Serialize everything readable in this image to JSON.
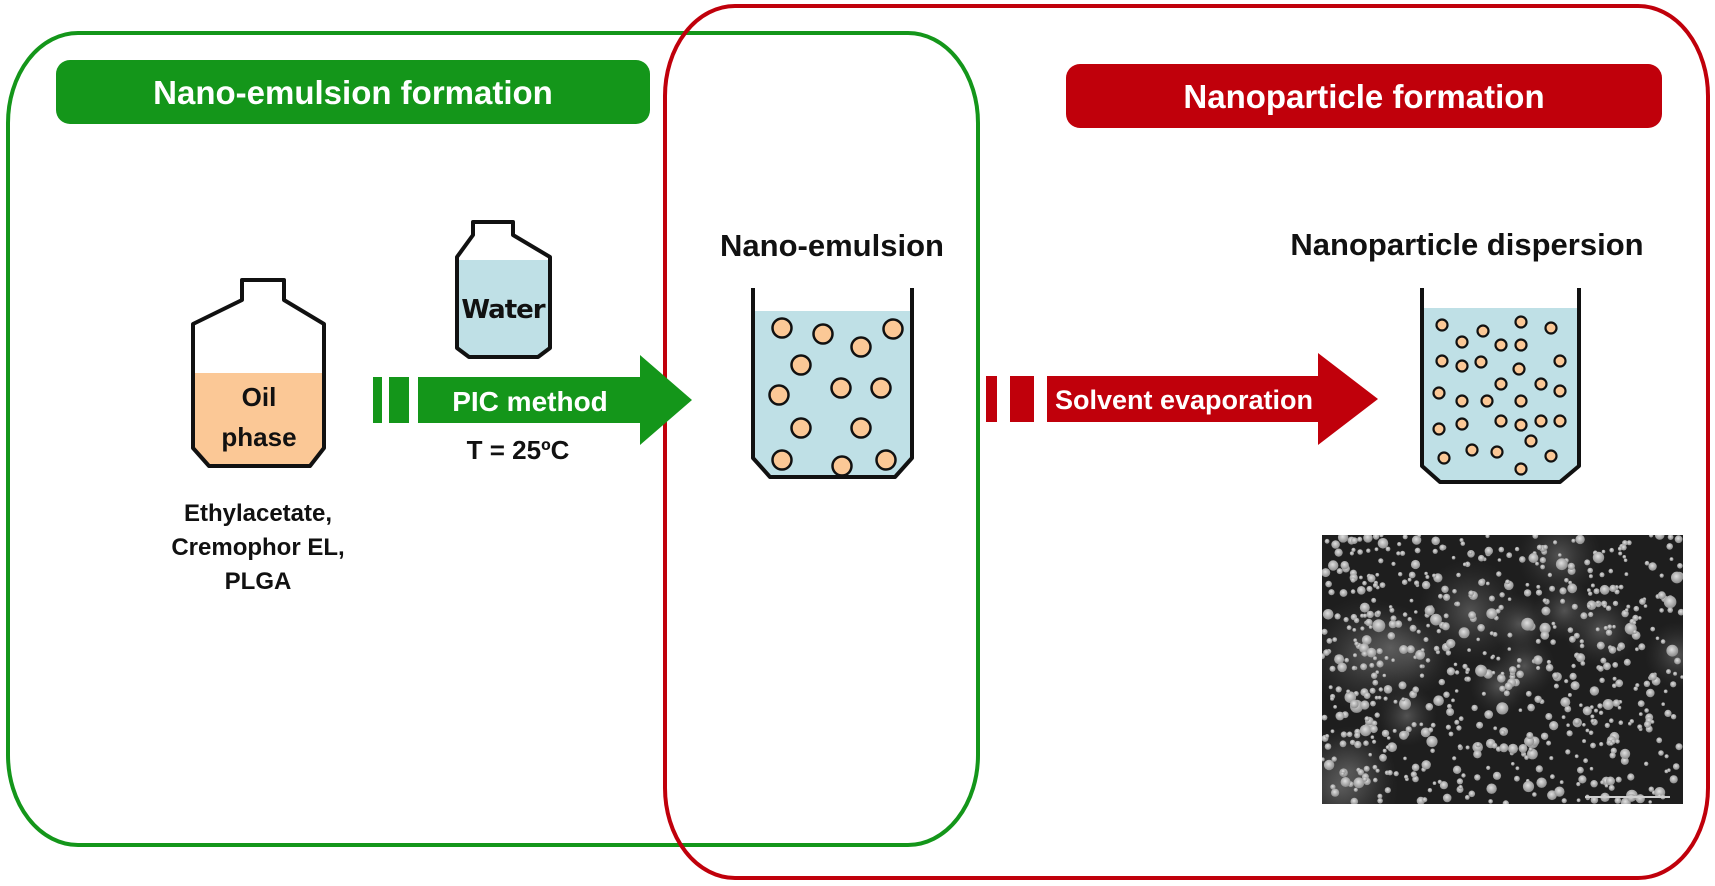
{
  "colors": {
    "green": "#14961a",
    "red": "#c0000b",
    "water": "#bfe0e6",
    "oil": "#fbc896",
    "outline": "#111111",
    "white": "#ffffff"
  },
  "sections": {
    "left": {
      "title": "Nano-emulsion formation"
    },
    "right": {
      "title": "Nanoparticle formation"
    }
  },
  "oil_bottle": {
    "label_line1": "Oil",
    "label_line2": "phase",
    "composition": [
      "Ethylacetate,",
      "Cremophor EL,",
      "PLGA"
    ]
  },
  "water_bottle": {
    "label": "Water"
  },
  "arrows": {
    "pic": {
      "label": "PIC method",
      "sublabel": "T = 25ºC"
    },
    "solvent": {
      "label": "Solvent evaporation"
    }
  },
  "beakers": {
    "emulsion": {
      "title": "Nano-emulsion",
      "droplet_count": 13
    },
    "dispersion": {
      "title": "Nanoparticle dispersion",
      "particle_count": 33
    }
  },
  "micrograph": {
    "description": "electron micrograph of nanoparticles"
  }
}
